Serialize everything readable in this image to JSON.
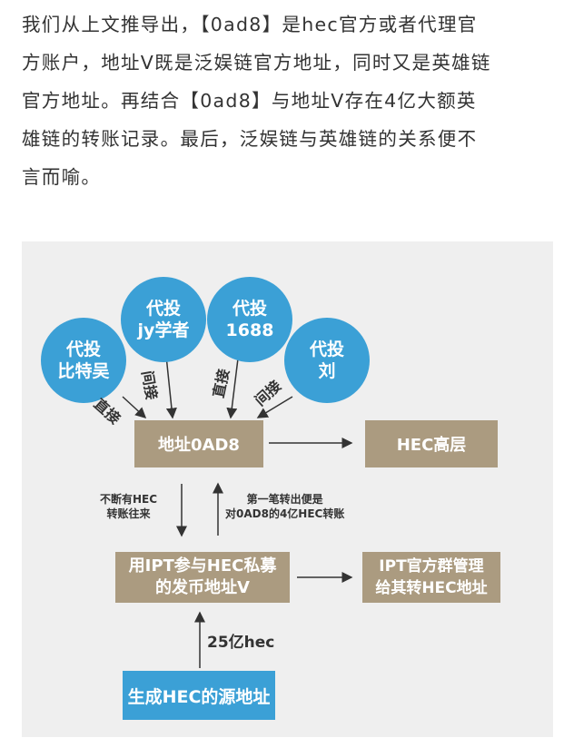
{
  "paragraph": {
    "lines": [
      "我们从上文推导出，【0ad8】是hec官方或者代理官",
      "方账户，地址V既是泛娱链官方地址，同时又是英雄链",
      "官方地址。再结合【0ad8】与地址V存在4亿大额英",
      "雄链的转账记录。最后，泛娱链与英雄链的关系便不",
      "言而喻。"
    ]
  },
  "diagram": {
    "circles": [
      {
        "line1": "代投",
        "line2": "比特吴"
      },
      {
        "line1": "代投",
        "line2": "jy学者"
      },
      {
        "line1": "代投",
        "line2": "1688"
      },
      {
        "line1": "代投",
        "line2": "刘"
      }
    ],
    "edge_labels": {
      "direct_1": "直接",
      "indirect_1": "间接",
      "direct_2": "直接",
      "indirect_2": "间接"
    },
    "boxes": {
      "address_0ad8": "地址0AD8",
      "hec_top": "HEC高层",
      "ipt_line1": "用IPT参与HEC私募",
      "ipt_line2": "的发币地址V",
      "ipt_official_line1": "IPT官方群管理",
      "ipt_official_line2": "给其转HEC地址",
      "source": "生成HEC的源地址"
    },
    "notes": {
      "continuous_line1": "不断有HEC",
      "continuous_line2": "转账往来",
      "first_line1": "第一笔转出便是",
      "first_line2": "对0AD8的4亿HEC转账",
      "amount": "25亿hec"
    },
    "colors": {
      "circle": "#3ba0d6",
      "box": "#ab9b80",
      "source_box": "#3ba0d6",
      "panel": "#efefef"
    }
  }
}
